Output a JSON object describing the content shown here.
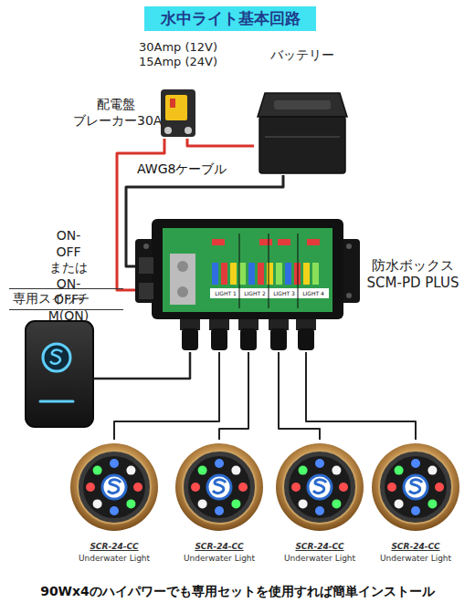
{
  "diagram": {
    "title": "水中ライト基本回路",
    "caption": "90Wx4のハイパワーでも専用セットを使用すれば簡単インストール",
    "nodes": [
      {
        "text": [
          "30Amp (12V) 15Amp (24V)",
          "配電盤 ブレーカー30A"
        ]
      },
      {
        "text": [
          "バッテリー"
        ]
      },
      {
        "text": [
          "ON-OFF または ON-OFF-M(ON)",
          "専用スイッチ"
        ]
      },
      {
        "text": [
          "防水ボックス SCM-PD PLUS"
        ]
      },
      {
        "text": [
          "SCR-24-CC",
          "Underwater Light"
        ]
      },
      {
        "text": [
          "SCR-24-CC",
          "Underwater Light"
        ]
      },
      {
        "text": [
          "SCR-24-CC",
          "Underwater Light"
        ]
      },
      {
        "text": [
          "SCR-24-CC",
          "Underwater Light"
        ]
      }
    ],
    "edges": [
      {
        "from": 0,
        "to": 1,
        "arrow": "none"
      },
      {
        "from": 0,
        "to": 3,
        "arrow": "none"
      },
      {
        "from": 1,
        "to": 3,
        "label": "AWG8ケーブル",
        "arrow": "none"
      },
      {
        "from": 2,
        "to": 3,
        "arrow": "none"
      },
      {
        "from": 3,
        "to": 4,
        "arrow": "none"
      },
      {
        "from": 3,
        "to": 5,
        "arrow": "none"
      },
      {
        "from": 3,
        "to": 6,
        "arrow": "none"
      },
      {
        "from": 3,
        "to": 7,
        "arrow": "none"
      }
    ],
    "labels": [
      "LIGHT 1",
      "LIGHT 2",
      "LIGHT 3",
      "LIGHT 4"
    ]
  }
}
